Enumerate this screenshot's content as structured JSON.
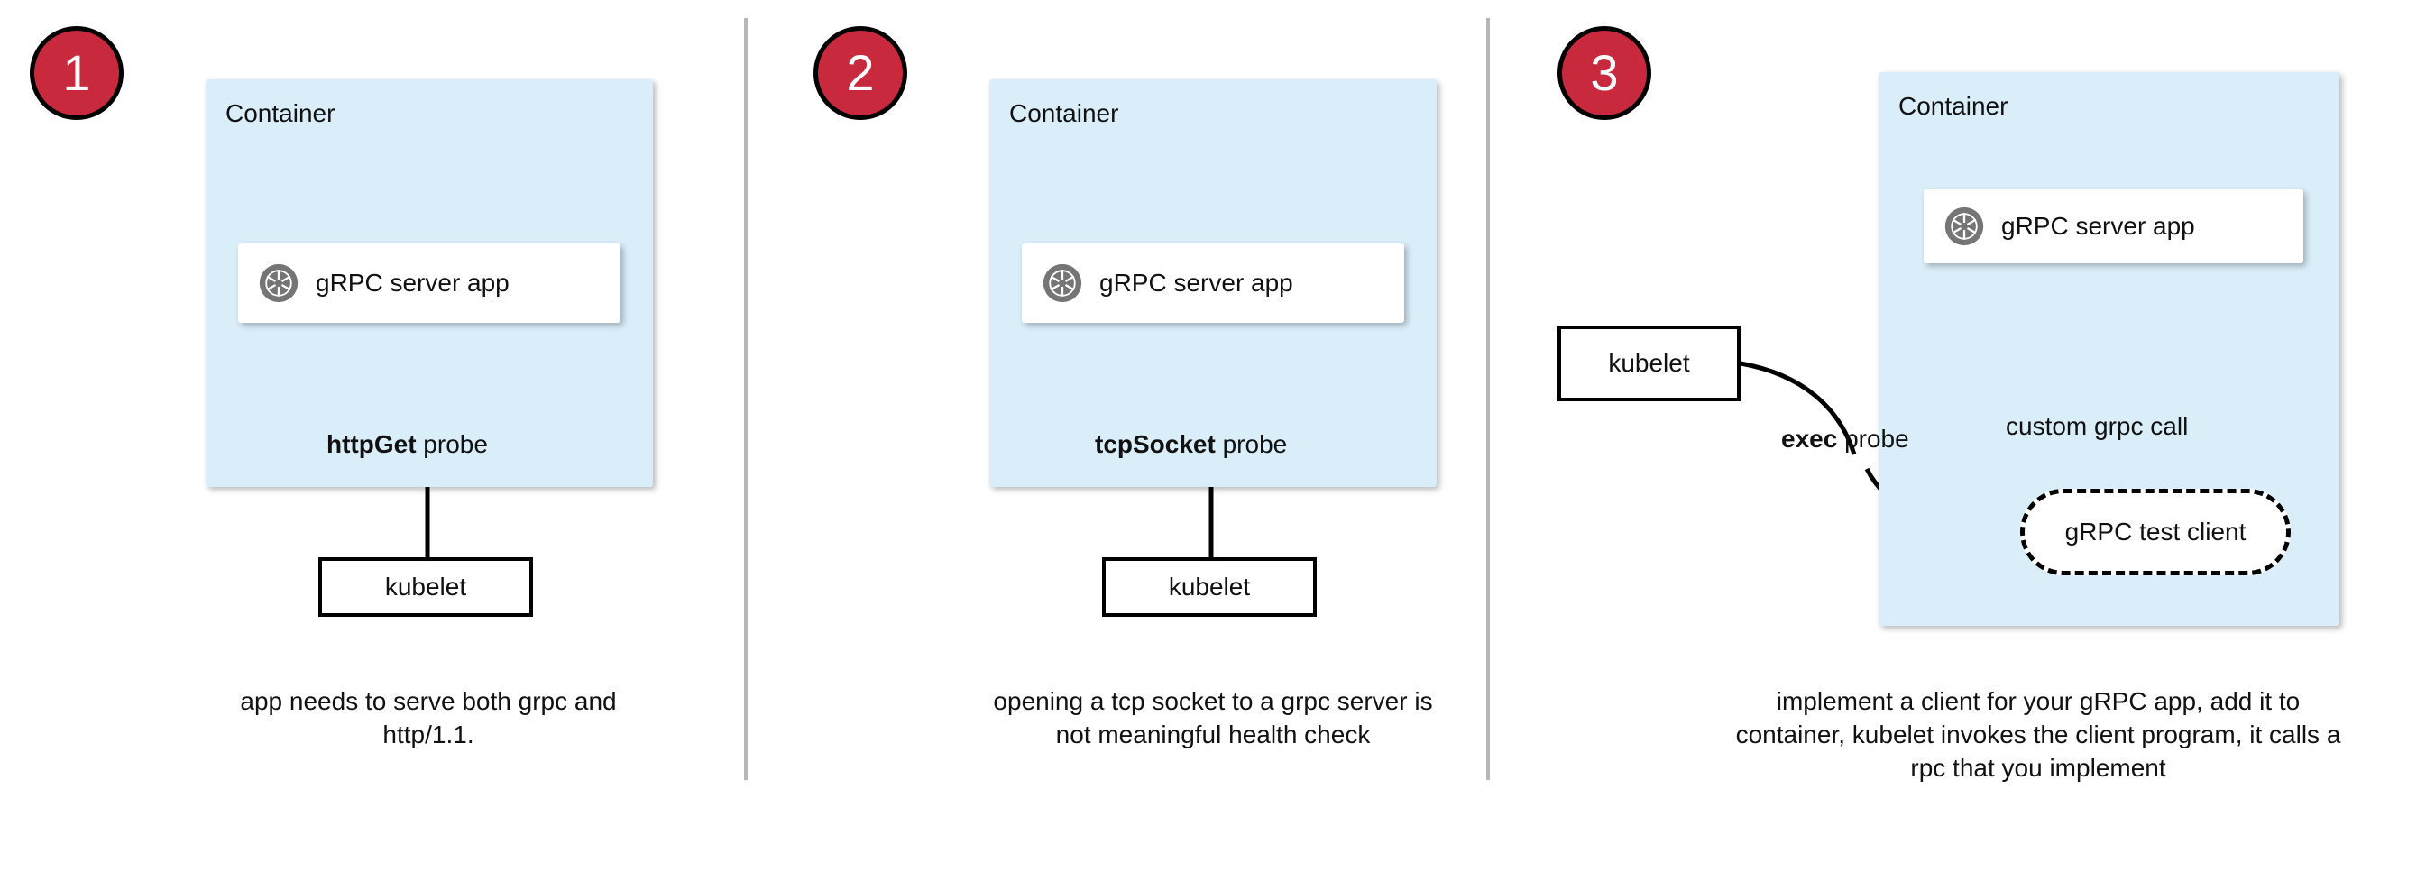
{
  "colors": {
    "badge_fill": "#c8293c",
    "badge_stroke": "#000000",
    "badge_text": "#ffffff",
    "container_fill": "#daeefa",
    "card_fill": "#ffffff",
    "stroke": "#000000",
    "divider": "#b7b7b7",
    "icon_gray": "#757575",
    "text": "#111111"
  },
  "panels": [
    {
      "badge_number": "1",
      "container_label": "Container",
      "app_label": "gRPC server app",
      "app_icon": "grpc-aperture-icon",
      "probe_label_bold": "httpGet",
      "probe_label_rest": " probe",
      "kubelet_label": "kubelet",
      "caption": "app needs to serve both grpc and http/1.1."
    },
    {
      "badge_number": "2",
      "container_label": "Container",
      "app_label": "gRPC server app",
      "app_icon": "grpc-aperture-icon",
      "probe_label_bold": "tcpSocket",
      "probe_label_rest": " probe",
      "kubelet_label": "kubelet",
      "caption": "opening a tcp socket to a grpc server is not meaningful health check"
    },
    {
      "badge_number": "3",
      "container_label": "Container",
      "app_label": "gRPC server app",
      "app_icon": "grpc-aperture-icon",
      "probe_label_bold": "exec",
      "probe_label_rest": " probe",
      "kubelet_label": "kubelet",
      "test_client_label": "gRPC test client",
      "grpc_call_label": "custom grpc call",
      "caption": "implement a client for your gRPC app, add it to container, kubelet invokes the client program, it calls a rpc that you implement"
    }
  ]
}
